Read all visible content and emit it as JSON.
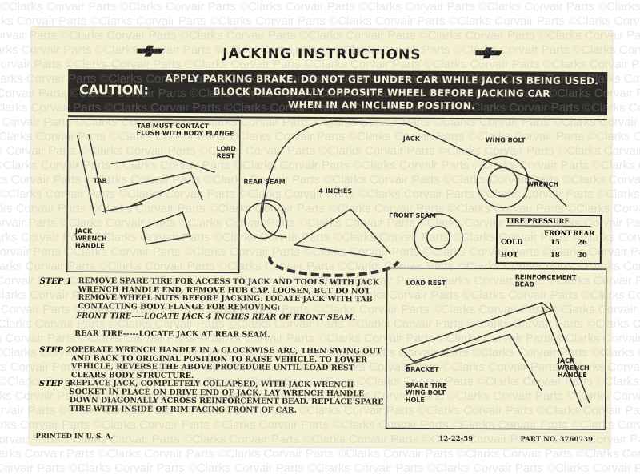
{
  "watermark": "©Clarks Corvair Parts",
  "title": "JACKING INSTRUCTIONS",
  "caution": {
    "label": "CAUTION:",
    "lines": [
      "APPLY PARKING BRAKE. DO NOT GET UNDER CAR WHILE JACK IS BEING USED.",
      "BLOCK DIAGONALLY OPPOSITE WHEEL BEFORE JACKING CAR",
      "WHEN IN AN INCLINED POSITION."
    ]
  },
  "labels": {
    "tab_contact": "TAB MUST CONTACT\nFLUSH WITH BODY FLANGE",
    "load_rest": "LOAD\nREST",
    "tab": "TAB",
    "jack_handle": "JACK\nWRENCH\nHANDLE",
    "rear_seam": "REAR SEAM",
    "four_inches": "4 INCHES",
    "front_seam": "FRONT SEAM",
    "jack": "JACK",
    "wing_bolt": "WING BOLT",
    "wrench": "WRENCH",
    "load_rest2": "LOAD REST",
    "reinf_bead": "REINFORCEMENT\nBEAD",
    "bracket": "BRACKET",
    "spare_bolt": "SPARE TIRE\nWING BOLT\nHOLE",
    "jack_handle2": "JACK\nWRENCH\nHANDLE"
  },
  "tire_pressure": {
    "title": "TIRE PRESSURE",
    "cols": [
      "FRONT",
      "REAR"
    ],
    "rows": [
      {
        "label": "COLD",
        "front": "15",
        "rear": "26"
      },
      {
        "label": "HOT",
        "front": "18",
        "rear": "30"
      }
    ]
  },
  "steps": [
    {
      "num": "STEP 1",
      "text": "REMOVE SPARE TIRE FOR ACCESS TO JACK AND TOOLS. WITH JACK WRENCH HANDLE END, REMOVE HUB CAP. LOOSEN, BUT DO NOT REMOVE WHEEL NUTS BEFORE JACKING. LOCATE JACK WITH TAB CONTACTING BODY FLANGE FOR REMOVING:"
    },
    {
      "num": "",
      "text": "FRONT TIRE----LOCATE JACK 4 INCHES REAR OF FRONT SEAM."
    },
    {
      "num": "",
      "text": "REAR TIRE-----LOCATE JACK AT REAR SEAM."
    },
    {
      "num": "STEP 2",
      "text": "OPERATE WRENCH HANDLE IN A CLOCKWISE ARC, THEN SWING OUT AND BACK TO ORIGINAL POSITION TO RAISE VEHICLE. TO LOWER VEHICLE, REVERSE THE ABOVE PROCEDURE UNTIL LOAD REST CLEARS BODY STRUCTURE."
    },
    {
      "num": "STEP 3",
      "text": "REPLACE JACK, COMPLETELY COLLAPSED, WITH JACK WRENCH SOCKET IN PLACE ON DRIVE END OF JACK. LAY WRENCH HANDLE DOWN DIAGONALLY ACROSS REINFORCEMENT BEAD. REPLACE SPARE TIRE WITH INSIDE OF RIM FACING FRONT OF CAR."
    }
  ],
  "footer": {
    "printed": "PRINTED IN U. S. A.",
    "date": "12-22-59",
    "part": "PART NO. 3760739"
  }
}
